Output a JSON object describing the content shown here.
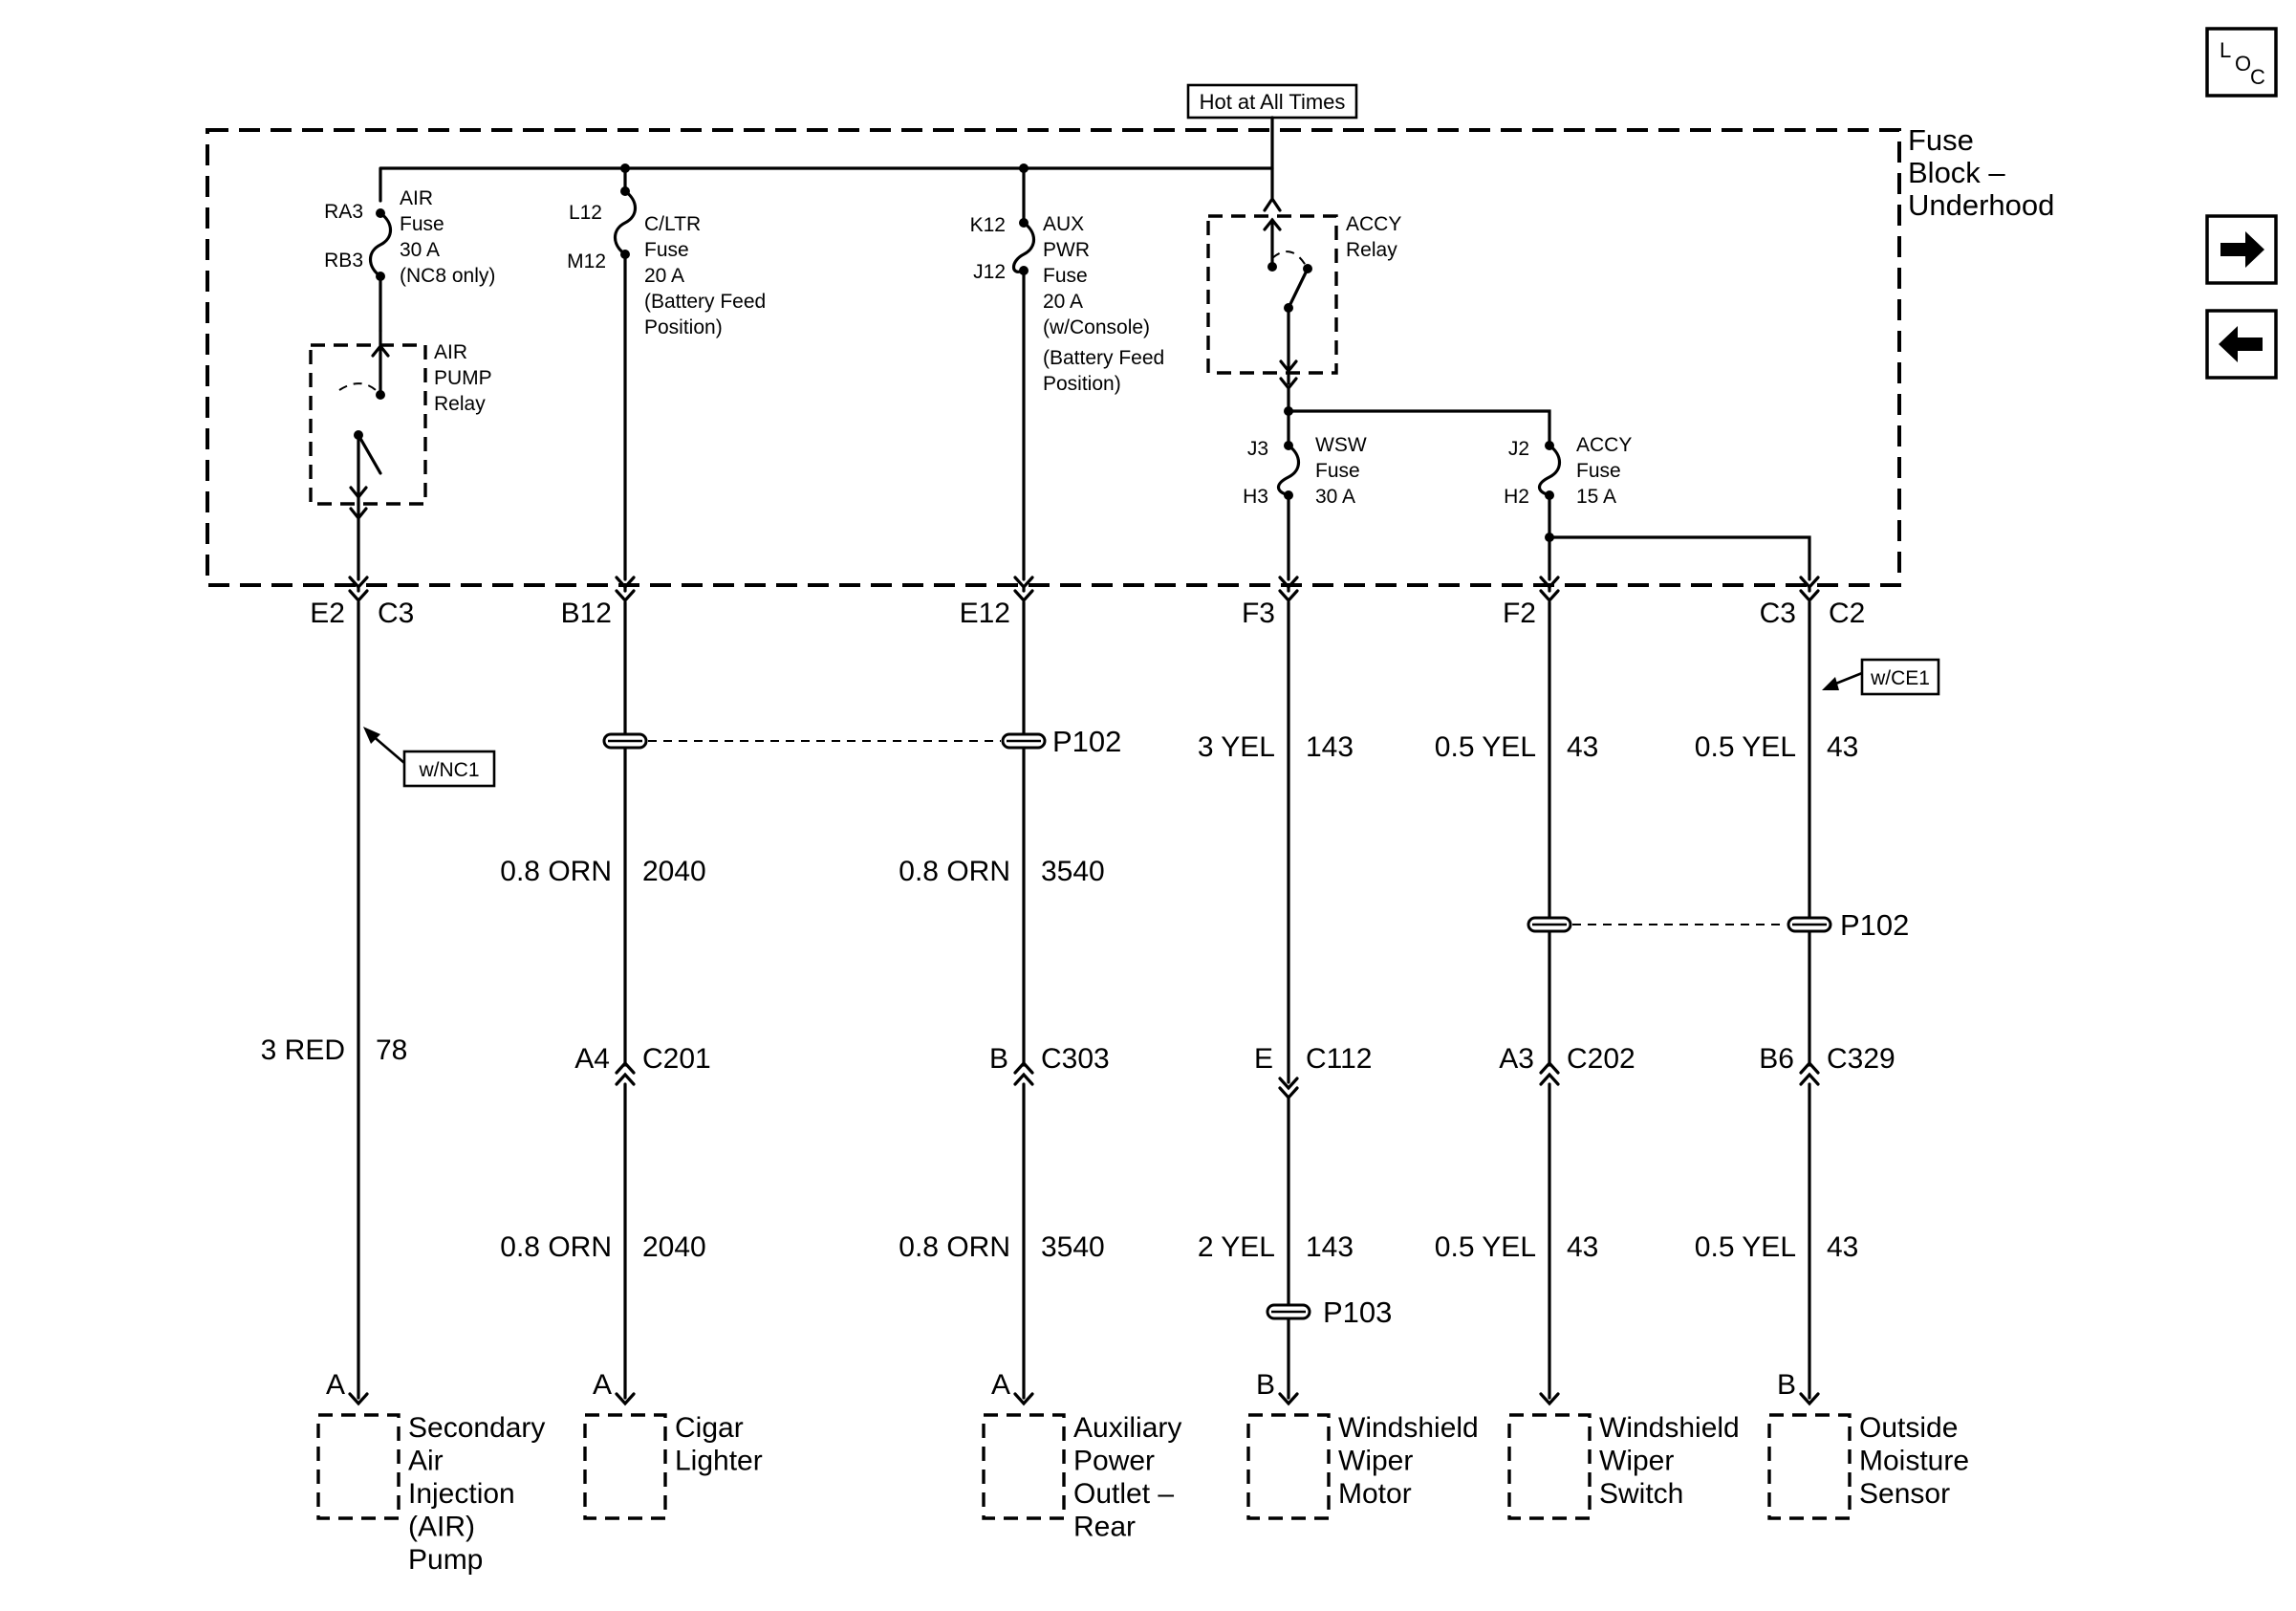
{
  "header": {
    "hot_label": "Hot at All Times",
    "fuse_block_label": [
      "Fuse",
      "Block –",
      "Underhood"
    ]
  },
  "nav": {
    "loc_l": "L",
    "loc_o": "O",
    "loc_c": "C",
    "next_icon": "arrow-right-icon",
    "prev_icon": "arrow-left-icon"
  },
  "fuses": {
    "air": {
      "pins": [
        "RA3",
        "RB3"
      ],
      "text": [
        "AIR",
        "Fuse",
        "30 A",
        "(NC8 only)"
      ]
    },
    "cltr": {
      "pins": [
        "L12",
        "M12"
      ],
      "text": [
        "C/LTR",
        "Fuse",
        "20 A",
        "(Battery Feed",
        "Position)"
      ]
    },
    "aux": {
      "pins": [
        "K12",
        "J12"
      ],
      "text": [
        "AUX",
        "PWR",
        "Fuse",
        "20 A",
        "(w/Console)",
        "(Battery Feed",
        "Position)"
      ]
    },
    "wsw": {
      "pins": [
        "J3",
        "H3"
      ],
      "text": [
        "WSW",
        "Fuse",
        "30 A"
      ]
    },
    "accy": {
      "pins": [
        "J2",
        "H2"
      ],
      "text": [
        "ACCY",
        "Fuse",
        "15 A"
      ]
    }
  },
  "relays": {
    "air_pump": [
      "AIR",
      "PUMP",
      "Relay"
    ],
    "accy": [
      "ACCY",
      "Relay"
    ]
  },
  "connectors_top": [
    {
      "left": "E2",
      "right": "C3"
    },
    {
      "left": "B12",
      "right": ""
    },
    {
      "left": "E12",
      "right": ""
    },
    {
      "left": "F3",
      "right": ""
    },
    {
      "left": "F2",
      "right": ""
    },
    {
      "left": "C3",
      "right": "C2"
    }
  ],
  "options": {
    "nc1": "w/NC1",
    "ce1": "w/CE1"
  },
  "splices": {
    "p102_a": "P102",
    "p102_b": "P102",
    "p103": "P103"
  },
  "wires_upper": [
    {
      "gauge": "",
      "circuit": ""
    },
    {
      "gauge": "0.8 ORN",
      "circuit": "2040"
    },
    {
      "gauge": "0.8 ORN",
      "circuit": "3540"
    },
    {
      "gauge": "3 YEL",
      "circuit": "143"
    },
    {
      "gauge": "0.5 YEL",
      "circuit": "43"
    },
    {
      "gauge": "0.5 YEL",
      "circuit": "43"
    }
  ],
  "wires_mid": [
    {
      "gauge": "3 RED",
      "circuit": "78"
    }
  ],
  "connectors_mid": [
    {
      "pin": "",
      "conn": ""
    },
    {
      "pin": "A4",
      "conn": "C201"
    },
    {
      "pin": "B",
      "conn": "C303"
    },
    {
      "pin": "E",
      "conn": "C112"
    },
    {
      "pin": "A3",
      "conn": "C202"
    },
    {
      "pin": "B6",
      "conn": "C329"
    }
  ],
  "wires_lower": [
    {
      "gauge": "",
      "circuit": ""
    },
    {
      "gauge": "0.8 ORN",
      "circuit": "2040"
    },
    {
      "gauge": "0.8 ORN",
      "circuit": "3540"
    },
    {
      "gauge": "2 YEL",
      "circuit": "143"
    },
    {
      "gauge": "0.5 YEL",
      "circuit": "43"
    },
    {
      "gauge": "0.5 YEL",
      "circuit": "43"
    }
  ],
  "components": [
    {
      "pin": "A",
      "name": [
        "Secondary",
        "Air",
        "Injection",
        "(AIR)",
        "Pump"
      ]
    },
    {
      "pin": "A",
      "name": [
        "Cigar",
        "Lighter"
      ]
    },
    {
      "pin": "A",
      "name": [
        "Auxiliary",
        "Power",
        "Outlet –",
        "Rear"
      ]
    },
    {
      "pin": "B",
      "name": [
        "Windshield",
        "Wiper",
        "Motor"
      ]
    },
    {
      "pin": "",
      "name": [
        "Windshield",
        "Wiper",
        "Switch"
      ]
    },
    {
      "pin": "B",
      "name": [
        "Outside",
        "Moisture",
        "Sensor"
      ]
    }
  ]
}
